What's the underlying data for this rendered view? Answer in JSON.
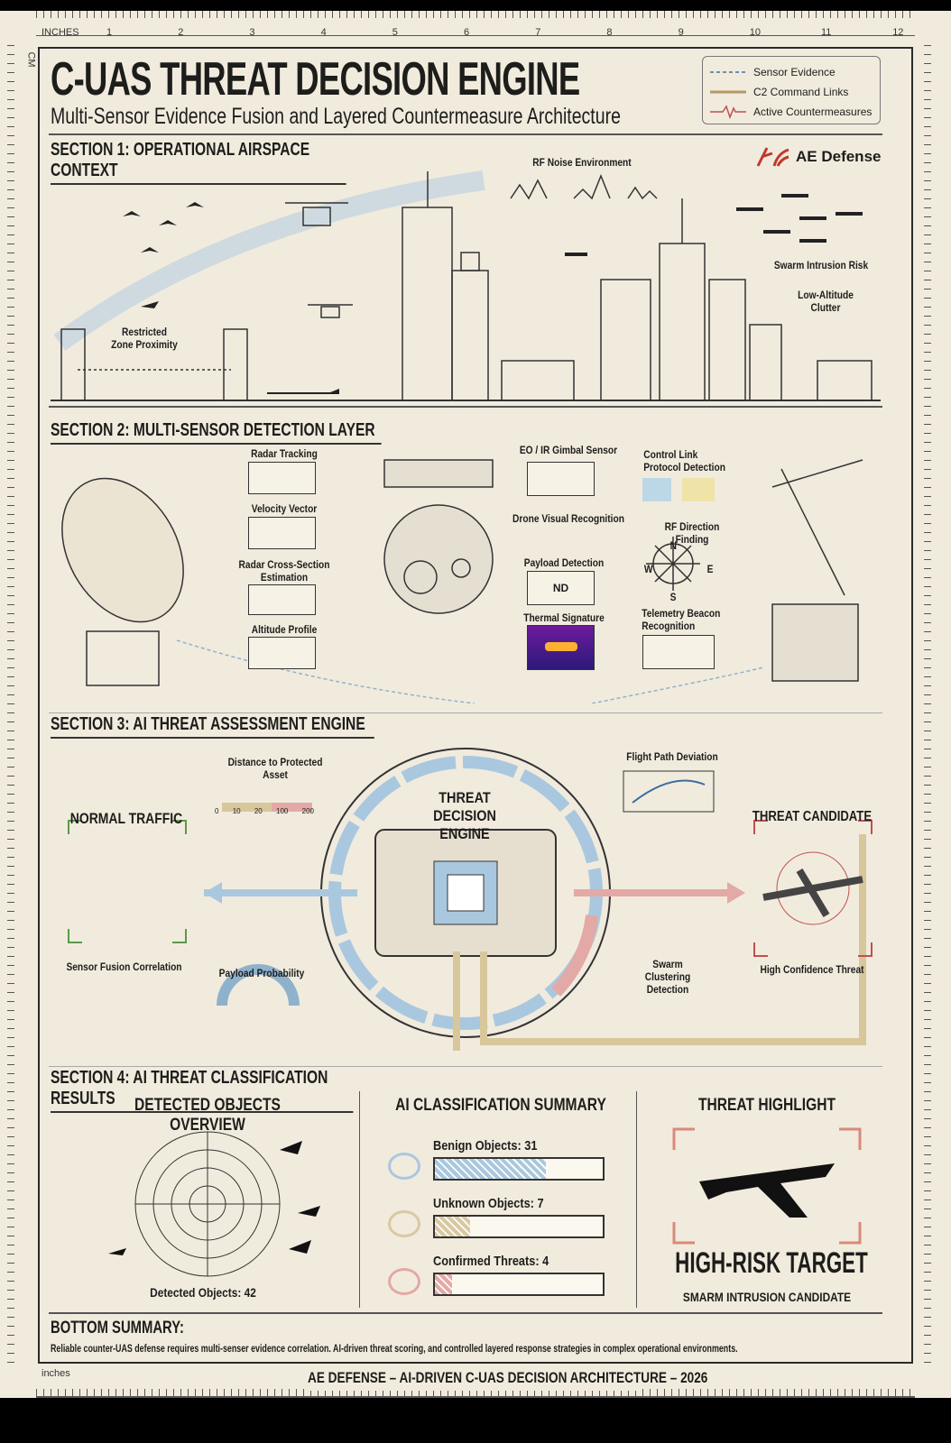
{
  "header": {
    "title": "C-UAS THREAT DECISION ENGINE",
    "subtitle": "Multi-Sensor Evidence Fusion and Layered Countermeasure Architecture",
    "brand": "AE Defense"
  },
  "legend": [
    {
      "label": "Sensor Evidence",
      "color": "#6b8fb3"
    },
    {
      "label": "C2 Command Links",
      "color": "#b89a62"
    },
    {
      "label": "Active Countermeasures",
      "color": "#c0504d"
    }
  ],
  "ruler": {
    "top_unit": "INCHES",
    "bottom_unit": "inches",
    "side_unit": "CM",
    "ticks": [
      "1",
      "2",
      "3",
      "4",
      "5",
      "6",
      "7",
      "8",
      "9",
      "10",
      "11",
      "12"
    ]
  },
  "section1": {
    "title": "SECTION 1: OPERATIONAL AIRSPACE CONTEXT",
    "labels": {
      "rf": "RF Noise Environment",
      "swarm": "Swarm Intrusion Risk",
      "clutter": "Low-Altitude Clutter",
      "restricted": "Restricted Zone Proximity"
    }
  },
  "section2": {
    "title": "SECTION 2: MULTI-SENSOR DETECTION LAYER",
    "radar": [
      "Radar Tracking",
      "Velocity Vector",
      "Radar Cross-Section Estimation",
      "Altitude Profile"
    ],
    "eo": [
      "EO / IR Gimbal Sensor",
      "Drone Visual Recognition",
      "Payload Detection",
      "Thermal Signature"
    ],
    "payload_tag": "ND",
    "rf": [
      "Control Link Protocol Detection",
      "RF Direction Finding",
      "Telemetry Beacon Recognition"
    ],
    "compass": [
      "N",
      "E",
      "S",
      "W"
    ]
  },
  "section3": {
    "title": "SECTION 3: AI THREAT ASSESSMENT ENGINE",
    "engine": "THREAT DECISION ENGINE",
    "distance_label": "Distance to Protected Asset",
    "distance_ticks": [
      "0",
      "10",
      "20",
      "100",
      "200"
    ],
    "flight_path": "Flight Path Deviation",
    "normal": "NORMAL TRAFFIC",
    "sensor_fusion": "Sensor Fusion Correlation",
    "payload_prob": "Payload Probability",
    "swarm": "Swarm Clustering Detection",
    "threat": "THREAT CANDIDATE",
    "high_conf": "High Confidence Threat"
  },
  "section4": {
    "title": "SECTION 4: AI THREAT CLASSIFICATION RESULTS",
    "overview": "DETECTED OBJECTS OVERVIEW",
    "detected": "Detected Objects: 42",
    "summary_title": "AI CLASSIFICATION SUMMARY",
    "bars": [
      {
        "label": "Benign Objects: 31",
        "percent": 66,
        "color": "#a9c8df"
      },
      {
        "label": "Unknown Objects: 7",
        "percent": 21,
        "color": "#d9c9a2"
      },
      {
        "label": "Confirmed Threats: 4",
        "percent": 10,
        "color": "#e3a9a6"
      }
    ],
    "highlight_title": "THREAT HIGHLIGHT",
    "target": "HIGH-RISK TARGET",
    "target_sub": "SMARM INTRUSION CANDIDATE"
  },
  "summary": {
    "title": "BOTTOM SUMMARY:",
    "text": "Reliable counter-UAS defense requires multi-senser evidence correlation. AI-driven threat scoring, and controlled layered response strategies in complex operational environments."
  },
  "footer": "AE DEFENSE – AI-DRIVEN C-UAS DECISION ARCHITECTURE – 2026"
}
